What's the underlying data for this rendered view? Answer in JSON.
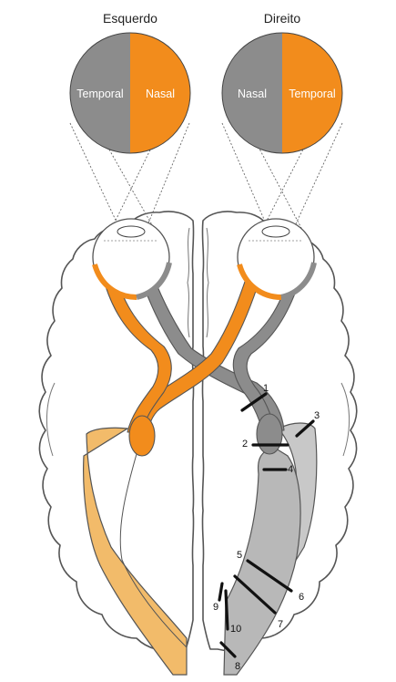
{
  "eyes": {
    "left": {
      "title": "Esquerdo",
      "field_left_label": "Temporal",
      "field_right_label": "Nasal",
      "field_left_color": "#8c8c8c",
      "field_right_color": "#f28c1c"
    },
    "right": {
      "title": "Direito",
      "field_left_label": "Nasal",
      "field_right_label": "Temporal",
      "field_left_color": "#8c8c8c",
      "field_right_color": "#f28c1c"
    }
  },
  "colors": {
    "orange": "#f28c1c",
    "light_orange": "#f2bb6a",
    "gray": "#8c8c8c",
    "light_gray": "#c8c8c8",
    "outline": "#555555",
    "lesion": "#111111"
  },
  "lesions": [
    "1",
    "2",
    "3",
    "4",
    "5",
    "6",
    "7",
    "8",
    "9",
    "10"
  ]
}
